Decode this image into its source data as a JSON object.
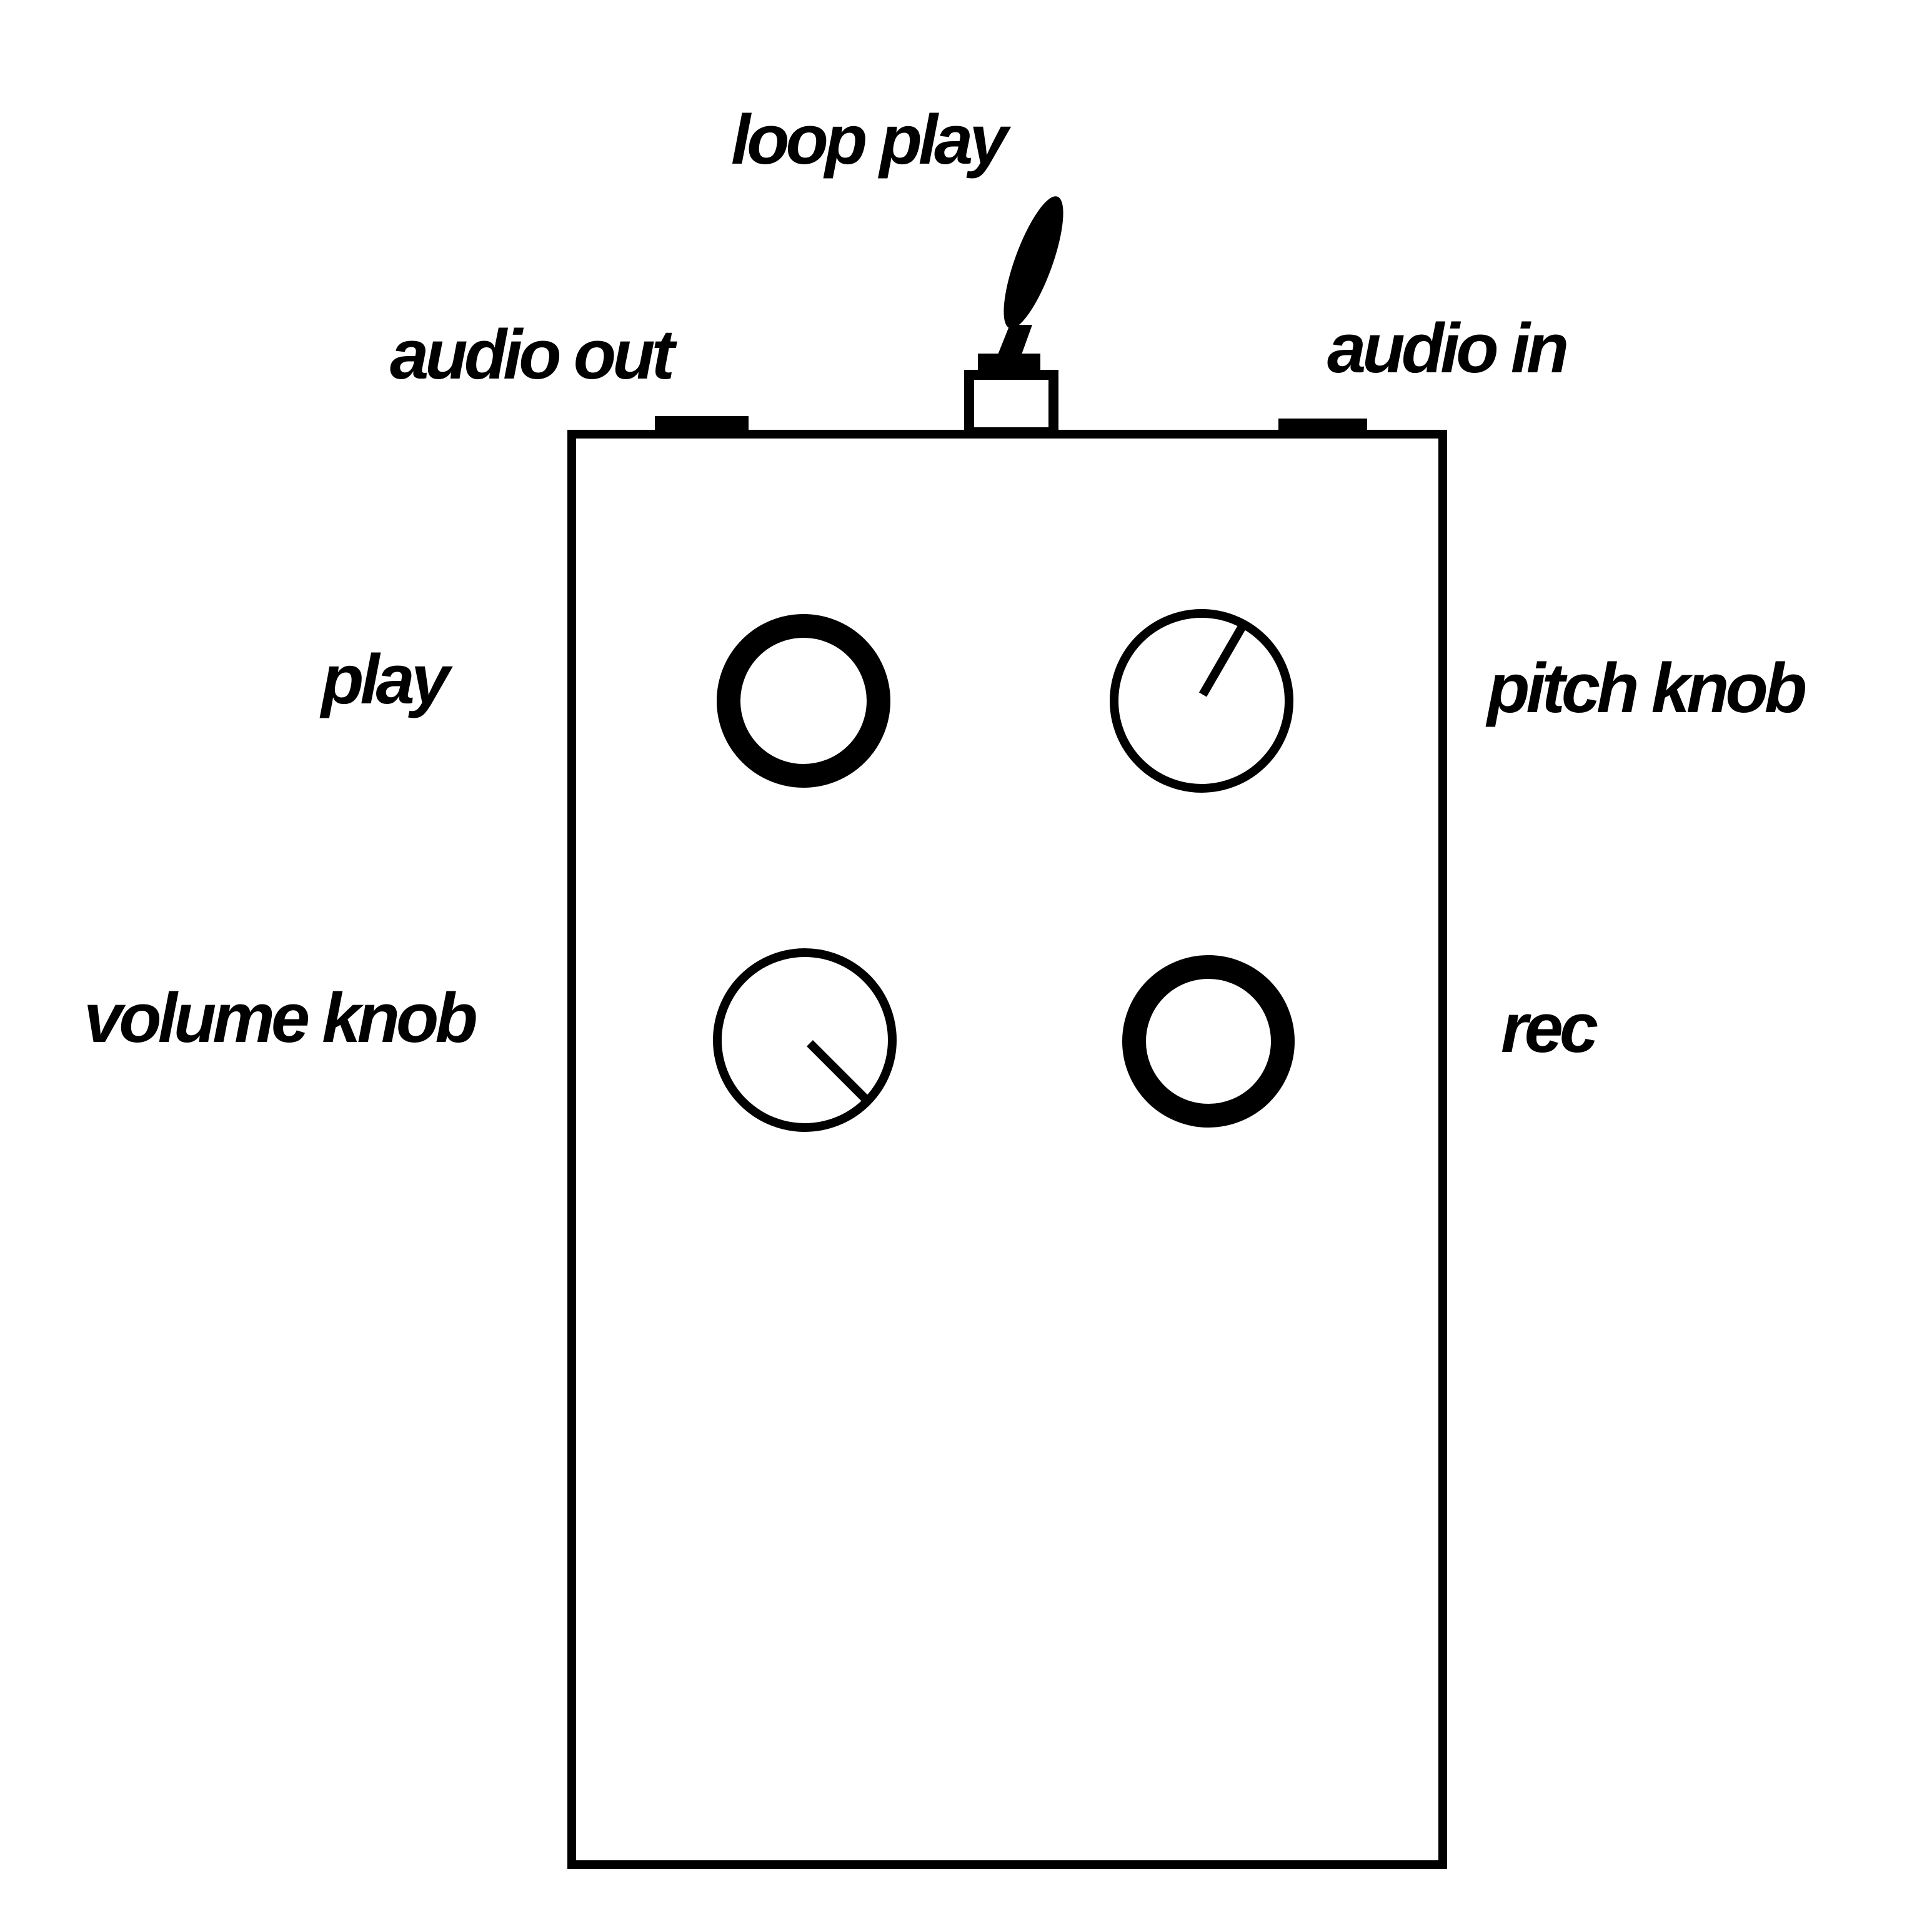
{
  "colors": {
    "ink": "#000000",
    "background": "#ffffff"
  },
  "labels": {
    "loop_play": "loop play",
    "audio_out": "audio out",
    "audio_in": "audio in",
    "play": "play",
    "pitch_knob": "pitch knob",
    "volume_knob": "volume knob",
    "rec": "rec"
  }
}
